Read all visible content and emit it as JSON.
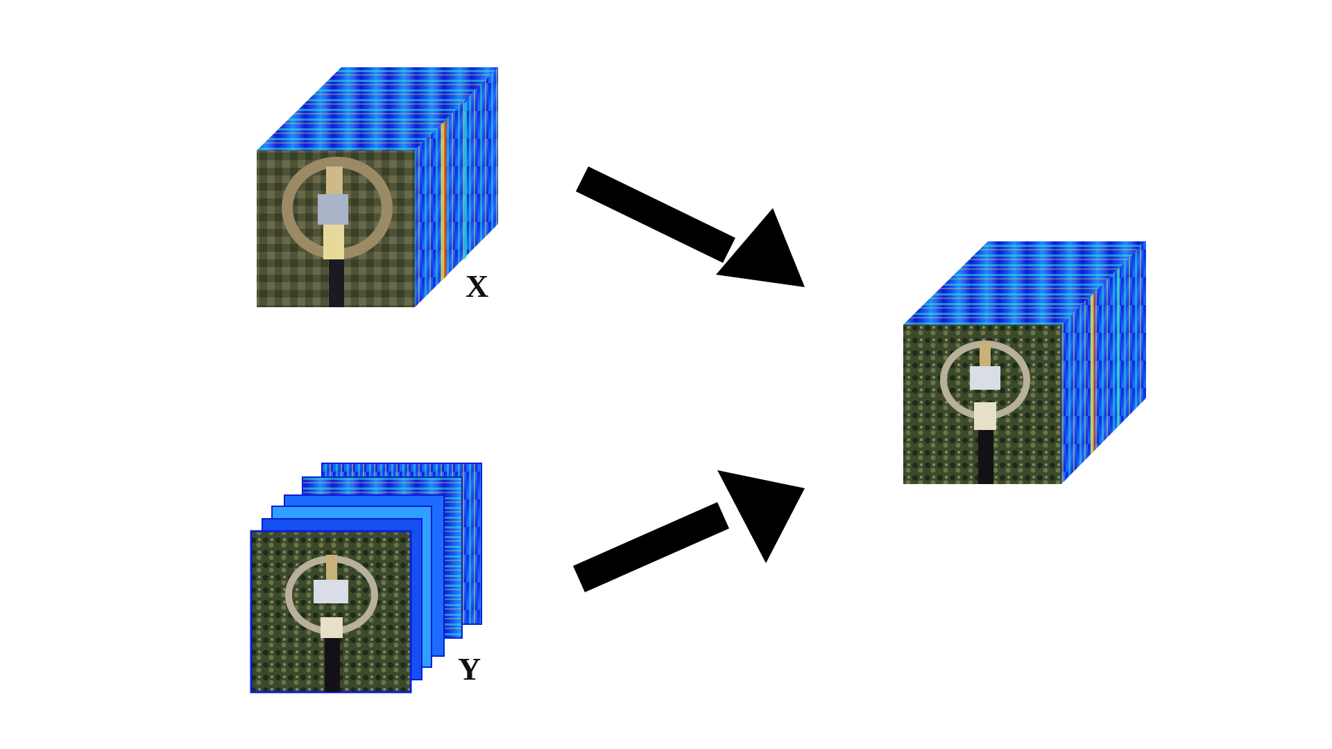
{
  "diagram": {
    "inputs": [
      {
        "id": "x",
        "label": "X",
        "kind": "low-resolution-hyperspectral-cube"
      },
      {
        "id": "y",
        "label": "Y",
        "kind": "high-resolution-multispectral-stack"
      }
    ],
    "output": {
      "id": "z",
      "label": "",
      "kind": "high-resolution-hyperspectral-cube"
    },
    "arrows": [
      {
        "from": "x",
        "to": "z"
      },
      {
        "from": "y",
        "to": "z"
      }
    ],
    "colors": {
      "background": "#ffffff",
      "arrow": "#000000",
      "label": "#111111",
      "spectral_low": "#0a1cd8",
      "spectral_mid": "#1e8cff",
      "spectral_high": "#2fe3d0",
      "spectral_peak": "#f5e23a",
      "spectral_hot": "#e23a1a"
    }
  }
}
